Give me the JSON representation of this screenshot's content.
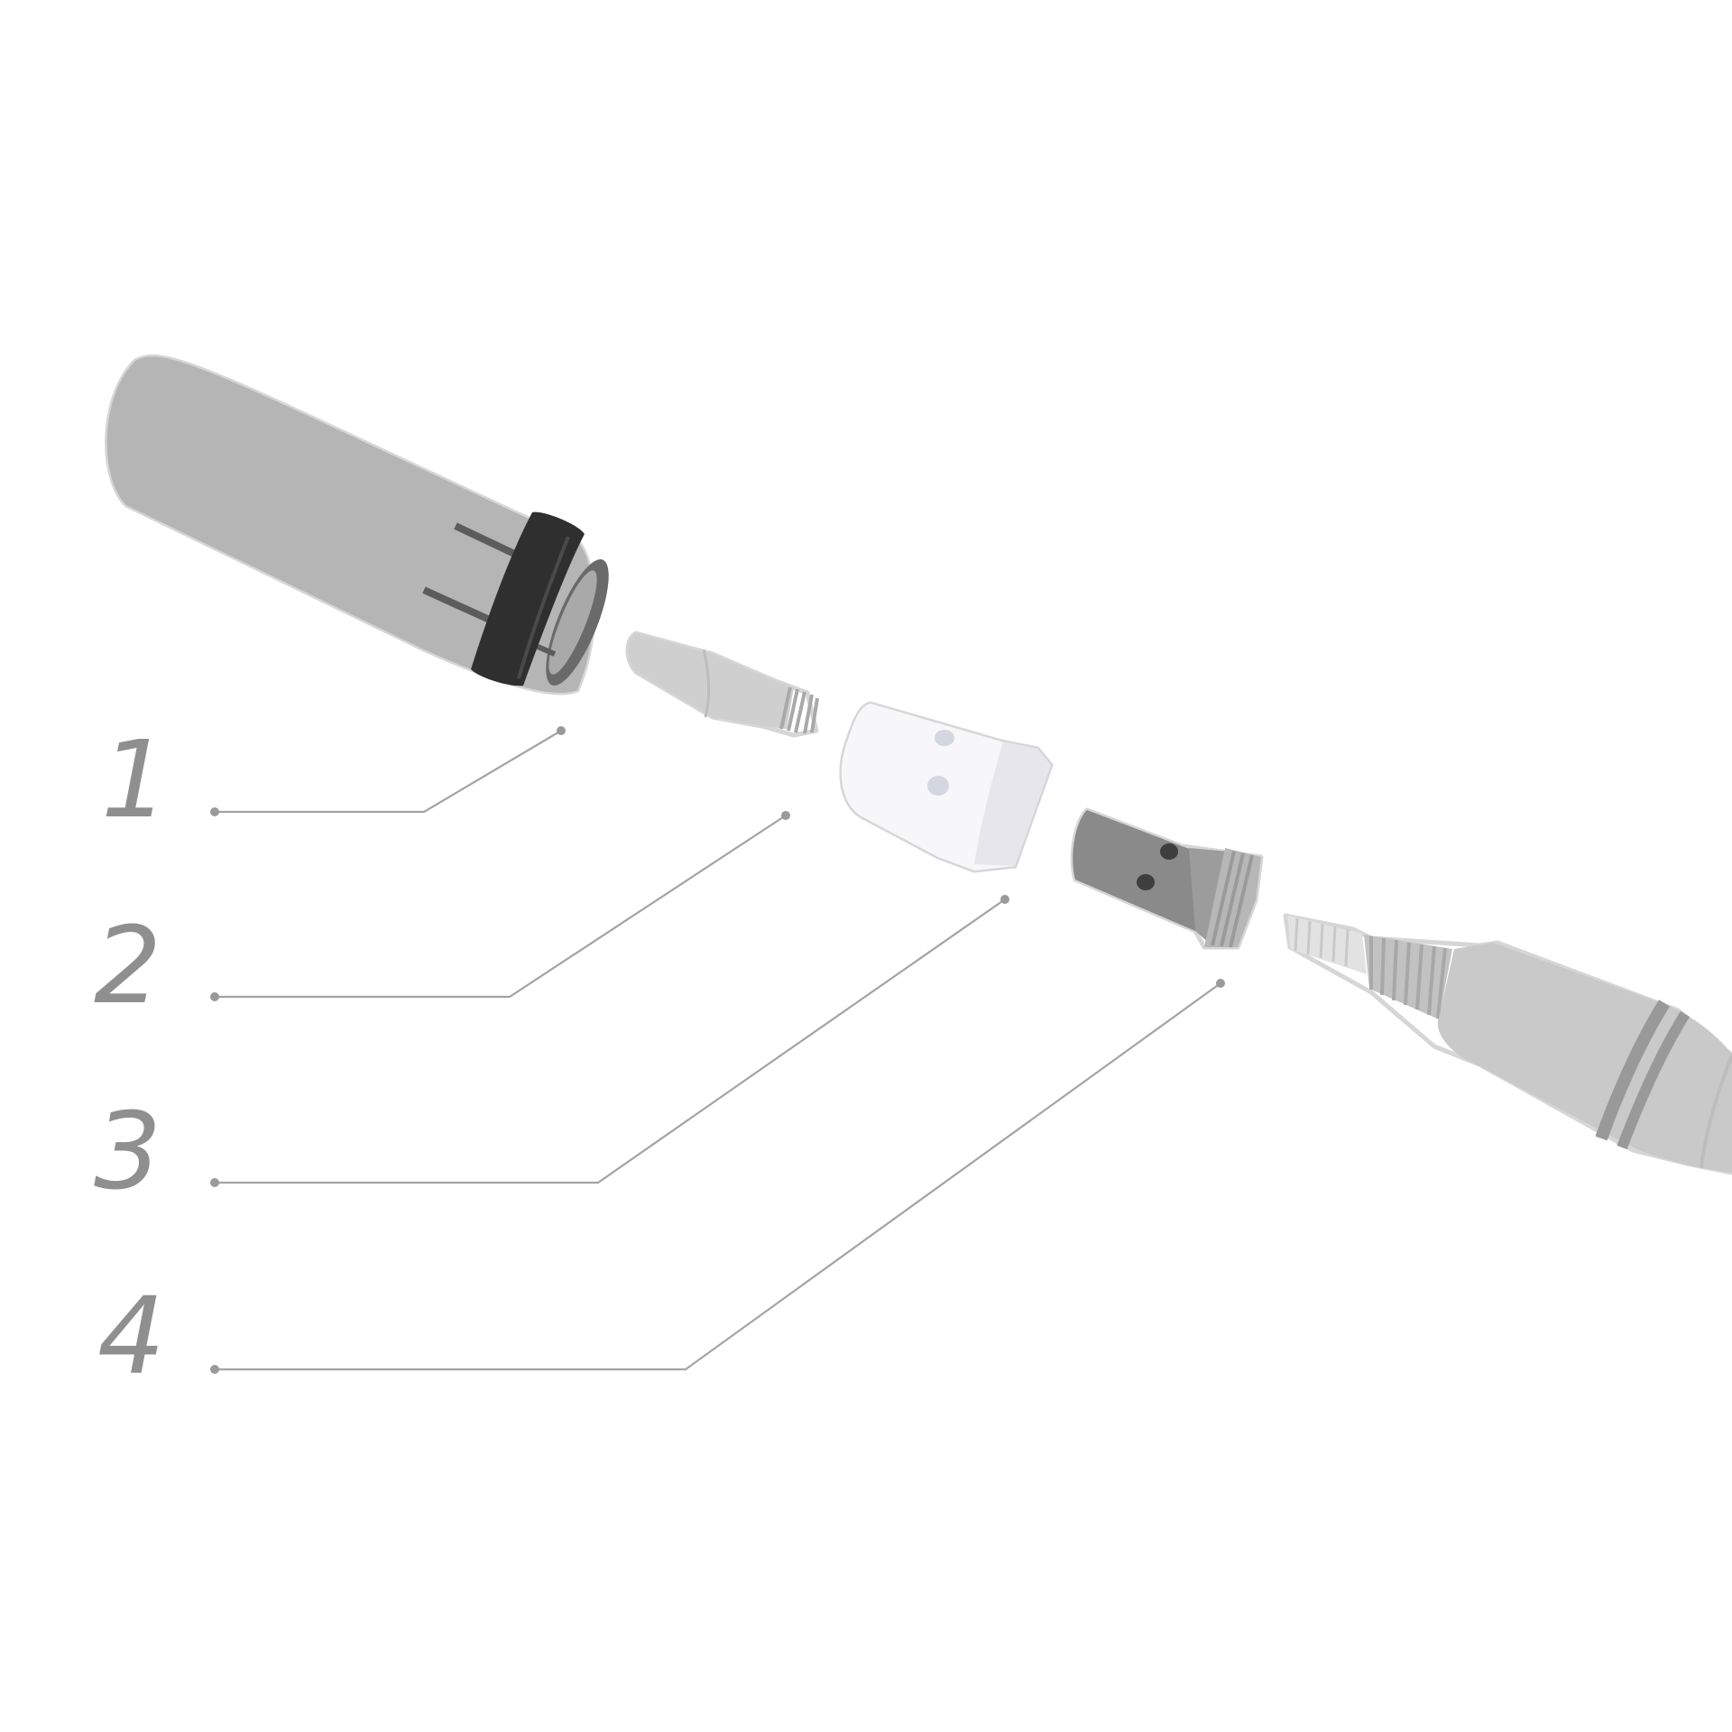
{
  "callouts": [
    {
      "number": "1",
      "part": "nozzle"
    },
    {
      "number": "2",
      "part": "contact-tip"
    },
    {
      "number": "3",
      "part": "gas-diffuser"
    },
    {
      "number": "4",
      "part": "tip-holder"
    }
  ],
  "colors": {
    "nozzle_body": "#b5b5b5",
    "nozzle_ring": "#2f2f2f",
    "contact_tip": "#cfcfcf",
    "gas_diffuser": "#f7f7f9",
    "tip_holder": "#8a8a8a",
    "torch_neck": "#c9c9c9",
    "number_text": "#8f8f8f",
    "leader_line": "#a3a3a3"
  }
}
